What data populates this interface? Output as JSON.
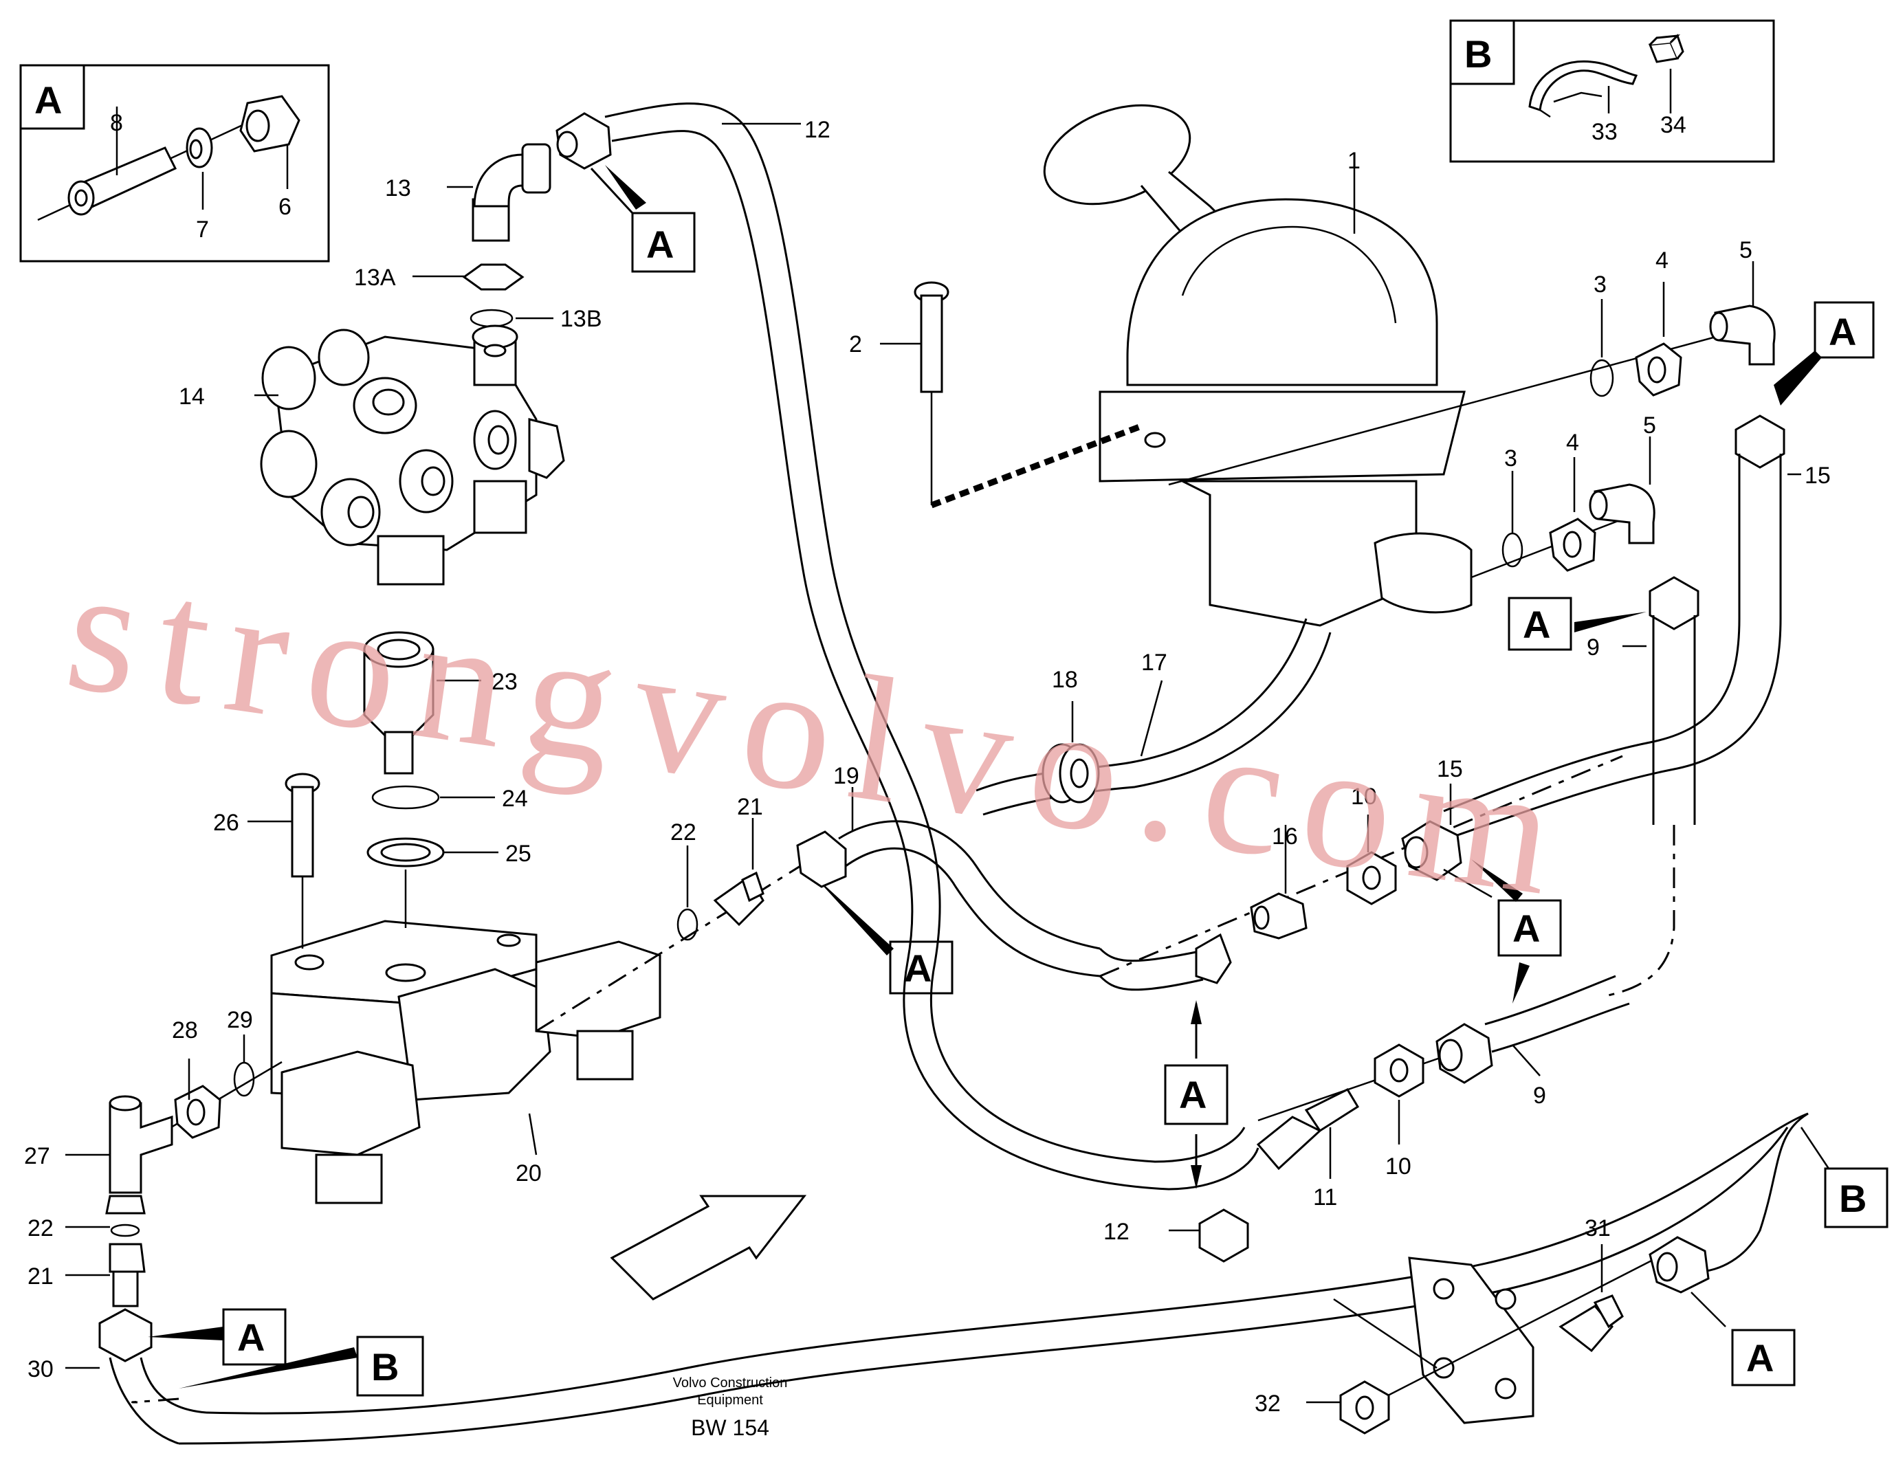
{
  "callouts": {
    "c1": "1",
    "c2": "2",
    "c3a": "3",
    "c3b": "3",
    "c4a": "4",
    "c4b": "4",
    "c5a": "5",
    "c5b": "5",
    "c6": "6",
    "c7": "7",
    "c8": "8",
    "c9a": "9",
    "c9b": "9",
    "c10a": "10",
    "c10b": "10",
    "c11": "11",
    "c12a": "12",
    "c12b": "12",
    "c13": "13",
    "c13a": "13A",
    "c13b": "13B",
    "c14": "14",
    "c15a": "15",
    "c15b": "15",
    "c16": "16",
    "c17": "17",
    "c18": "18",
    "c19": "19",
    "c20": "20",
    "c21a": "21",
    "c21b": "21",
    "c22a": "22",
    "c22b": "22",
    "c23": "23",
    "c24": "24",
    "c25": "25",
    "c26": "26",
    "c27": "27",
    "c28": "28",
    "c29": "29",
    "c30": "30",
    "c31": "31",
    "c32": "32",
    "c33": "33",
    "c34": "34"
  },
  "boxes": {
    "a": "A",
    "b": "B"
  },
  "footer": {
    "company": "Volvo Construction",
    "company2": "Equipment",
    "drawing_no": "BW 154"
  },
  "watermark": "strongvolvo.com"
}
